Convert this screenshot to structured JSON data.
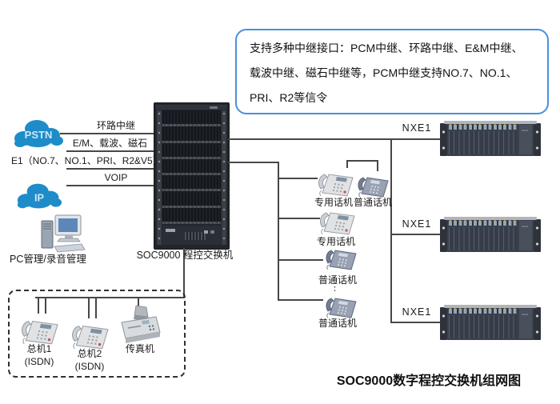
{
  "callout": {
    "line1": "支持多种中继接口：PCM中继、环路中继、E&M中继、",
    "line2": "载波中继、磁石中继等，PCM中继支持NO.7、NO.1、",
    "line3": "PRI、R2等信令"
  },
  "clouds": {
    "pstn": "PSTN",
    "ip": "IP"
  },
  "left_links": {
    "link1": "环路中继",
    "link2": "E/M、载波、磁石",
    "link3": "E1（NO.7、NO.1、PRI、R2&V5）",
    "link4": "VOIP"
  },
  "pc": {
    "label": "PC管理/录音管理"
  },
  "switch_rack": {
    "label": "SOC9000 程控交换机"
  },
  "nxe1": {
    "label1": "NXE1",
    "label2": "NXE1",
    "label3": "NXE1"
  },
  "phones": {
    "pair_left": "专用话机",
    "pair_right": "普通话机",
    "row2": "专用话机",
    "row3": "普通话机",
    "ellipsis": "⋮",
    "row4": "普通话机"
  },
  "extension_box": {
    "ext1": "总机1",
    "ext1_sub": "(ISDN)",
    "ext2": "总机2",
    "ext2_sub": "(ISDN)",
    "fax": "传真机"
  },
  "title": "SOC9000数字程控交换机组网图",
  "colors": {
    "cloud_blue": "#1e8cc8",
    "callout_border": "#4a90d9",
    "connector_line": "#474747",
    "rack_body": "#22262c",
    "nxe_body": "#3b414c"
  }
}
